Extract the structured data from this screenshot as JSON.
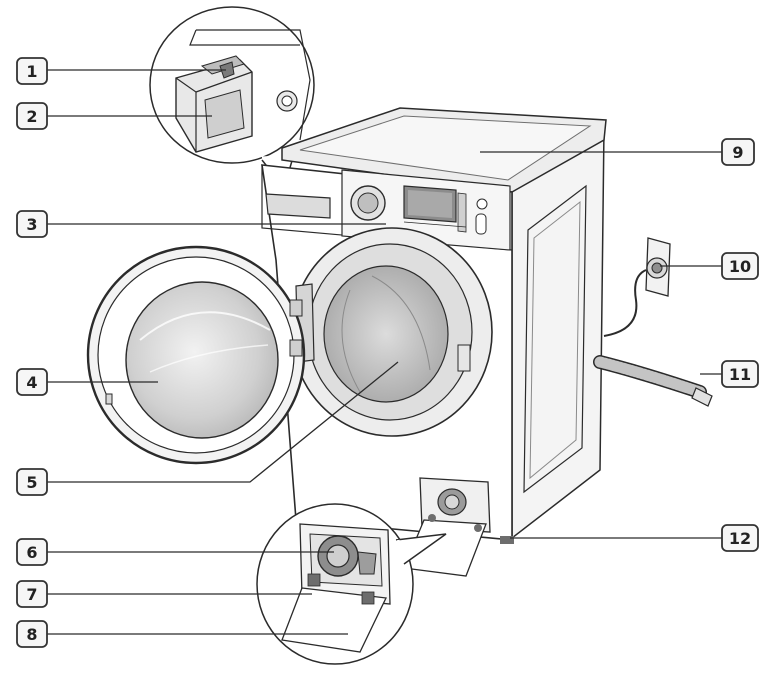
{
  "figure": {
    "colors": {
      "line": "#2b2b2b",
      "fill": "#ffffff",
      "shade_light": "#e4e4e4",
      "shade_mid": "#c9c9c9",
      "shade_dark": "#9a9a9a",
      "callout_border": "#333333",
      "callout_bg": "#f6f6f6"
    },
    "icons": [
      "washing-machine",
      "detergent-drawer",
      "control-panel",
      "door",
      "drum",
      "filter-cover",
      "power-plug",
      "drain-hose"
    ],
    "callouts": [
      {
        "id": "c1",
        "number": "1"
      },
      {
        "id": "c2",
        "number": "2"
      },
      {
        "id": "c3",
        "number": "3"
      },
      {
        "id": "c4",
        "number": "4"
      },
      {
        "id": "c5",
        "number": "5"
      },
      {
        "id": "c6",
        "number": "6"
      },
      {
        "id": "c7",
        "number": "7"
      },
      {
        "id": "c8",
        "number": "8"
      },
      {
        "id": "c9",
        "number": "9"
      },
      {
        "id": "c10",
        "number": "10"
      },
      {
        "id": "c11",
        "number": "11"
      },
      {
        "id": "c12",
        "number": "12"
      }
    ]
  }
}
